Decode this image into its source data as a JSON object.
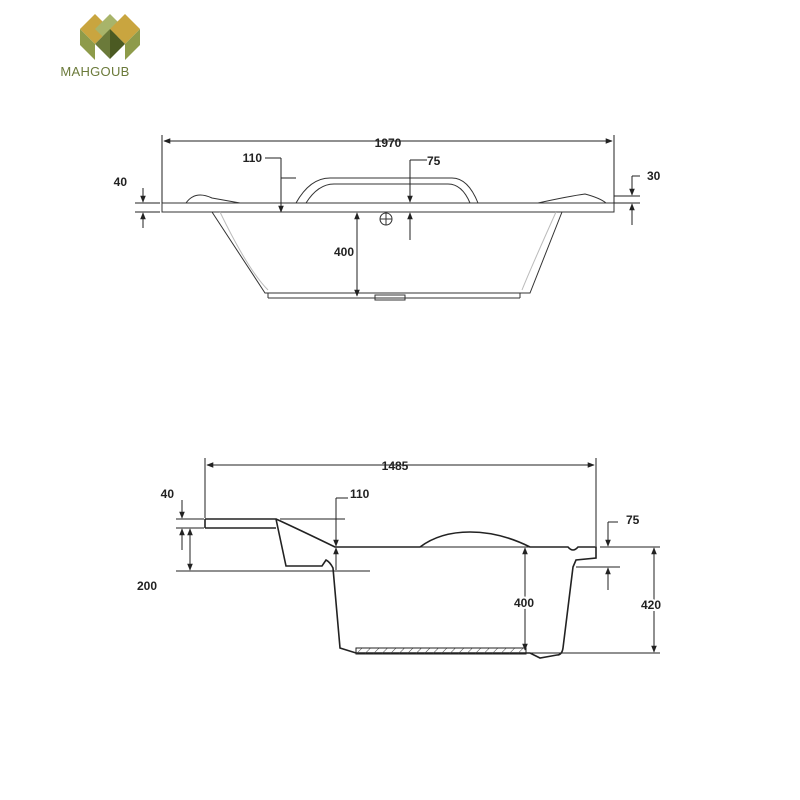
{
  "brand": {
    "name": "MAHGOUB",
    "colors": {
      "gold": "#c9a53f",
      "olive": "#6b7a3a",
      "dark": "#4b5a22"
    }
  },
  "top_view": {
    "dims": {
      "length": "1970",
      "rim_left": "40",
      "step": "110",
      "overflow": "75",
      "rim_right": "30",
      "depth": "400"
    }
  },
  "side_view": {
    "dims": {
      "width": "1485",
      "rim": "40",
      "step": "110",
      "seat": "200",
      "overflow": "75",
      "depth": "400",
      "total_height": "420"
    }
  }
}
